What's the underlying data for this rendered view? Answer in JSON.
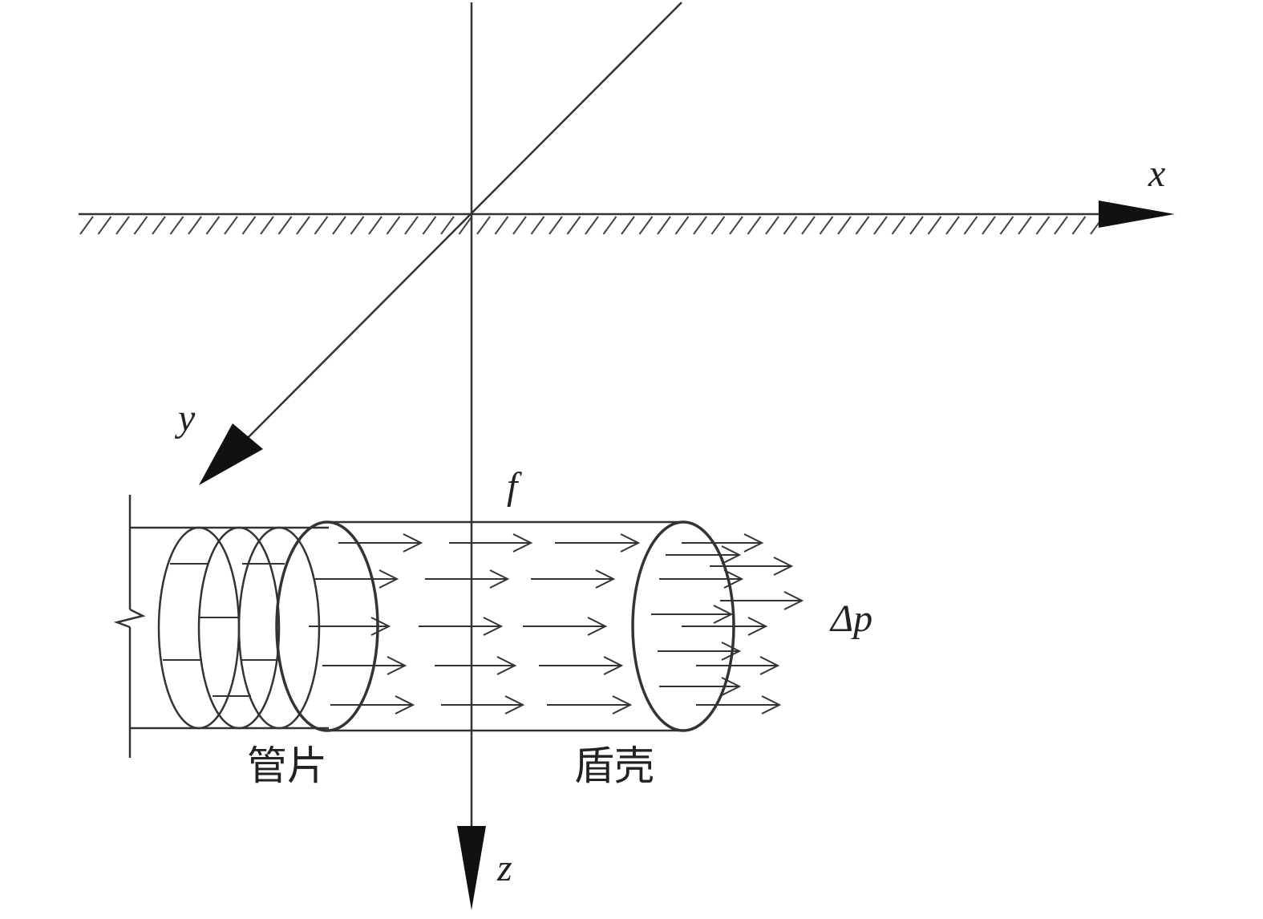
{
  "axes": {
    "x": "x",
    "y": "y",
    "z": "z"
  },
  "labels": {
    "friction": "f",
    "pressure": "Δp",
    "segment": "管片",
    "shield": "盾壳"
  },
  "colors": {
    "stroke": "#333333"
  }
}
